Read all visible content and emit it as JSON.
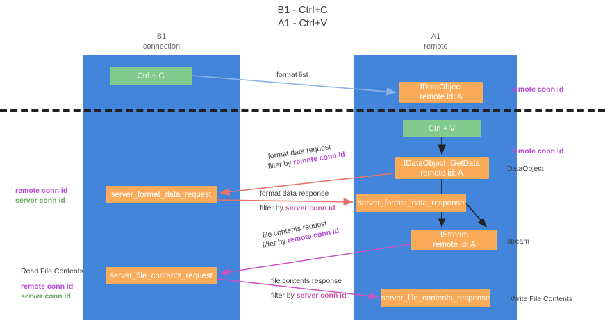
{
  "title": {
    "line1": "B1 - Ctrl+C",
    "line2": "A1 - Ctrl+V"
  },
  "columns": [
    {
      "id": "b1",
      "line1": "B1",
      "line2": "connection",
      "color": "#4285da"
    },
    {
      "id": "a1",
      "line1": "A1",
      "line2": "remote",
      "color": "#4285da"
    }
  ],
  "nodes": {
    "ctrl_c": {
      "line1": "Ctrl + C",
      "line2": "",
      "color": "#82ca8d"
    },
    "idataobject": {
      "line1": "IDataObject",
      "line2": "remote id: A",
      "color": "#f9ab5a"
    },
    "ctrl_v": {
      "line1": "Ctrl + V",
      "line2": "",
      "color": "#82ca8d"
    },
    "getdata": {
      "line1": "IDataObject::GetData",
      "line2": "remote id: A",
      "color": "#f9ab5a"
    },
    "server_format_data_request": {
      "line1": "server_format_data_request",
      "line2": "",
      "color": "#f9ab5a"
    },
    "server_format_data_response": {
      "line1": "server_format_data_response",
      "line2": "",
      "color": "#f9ab5a"
    },
    "istream": {
      "line1": "IStream",
      "line2": "remote id: A",
      "color": "#f9ab5a"
    },
    "server_file_contents_request": {
      "line1": "server_file_contents_request",
      "line2": "",
      "color": "#f9ab5a"
    },
    "server_file_contents_response": {
      "line1": "server_file_contents_response",
      "line2": "",
      "color": "#f9ab5a"
    }
  },
  "edge_labels": {
    "format_list": {
      "text": "format list"
    },
    "format_data_request": {
      "line1": "format data request",
      "filter_prefix": "filter by ",
      "filter_key": "remote conn id"
    },
    "format_data_response": {
      "line1": "format data response",
      "filter_prefix": "filter by ",
      "filter_key": "server conn id"
    },
    "file_contents_request": {
      "line1": "file contents request",
      "filter_prefix": "filter by ",
      "filter_key": "remote conn id"
    },
    "file_contents_response": {
      "line1": "file contents response",
      "filter_prefix": "filter by ",
      "filter_key": "server conn id"
    }
  },
  "annotations": {
    "right_remote_1": "remote conn id",
    "right_remote_2": "remote conn id",
    "right_dataobject": "DataObject",
    "right_istream": "Istream",
    "right_write_file_contents": "Write File Contents",
    "left_read_file_contents": "Read File Contents",
    "left_remote_conn_id": "remote conn id",
    "left_server_conn_id": "server conn id"
  },
  "colors": {
    "lane": "#4285da",
    "green_node": "#82ca8d",
    "orange_node": "#f9ab5a",
    "remote_key": "#b44ad0",
    "server_key_green": "#6aaa64",
    "server_key_pink": "#c95aa6",
    "arrow_blue": "#8ab4e8",
    "arrow_red": "#e8736a",
    "arrow_magenta": "#cc4fc4",
    "arrow_dark": "#202124",
    "divider": "#202124"
  }
}
